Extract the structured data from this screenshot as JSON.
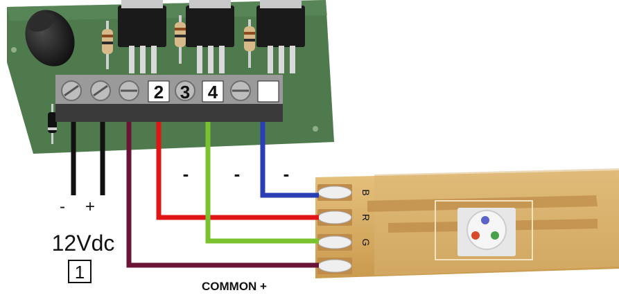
{
  "terminals": [
    {
      "label": "2",
      "style": "box"
    },
    {
      "label": "3",
      "style": "plain"
    },
    {
      "label": "4",
      "style": "box"
    },
    {
      "label": "",
      "style": "box"
    }
  ],
  "minus_marks": [
    "-",
    "-",
    "-"
  ],
  "supply": {
    "minus": "-",
    "plus": "+",
    "voltage": "12Vdc",
    "number": "1"
  },
  "strip": {
    "pads": [
      "B",
      "R",
      "G",
      ""
    ]
  },
  "common_label": "COMMON +",
  "colors": {
    "pcb": "#4f7a4e",
    "terminal_block": "#3a3a3a",
    "wire_red": "#e01515",
    "wire_green": "#7ac32f",
    "wire_blue": "#2b3fb5",
    "wire_purple": "#6a1438",
    "wire_black": "#111111",
    "led_strip": "#d4a860"
  }
}
